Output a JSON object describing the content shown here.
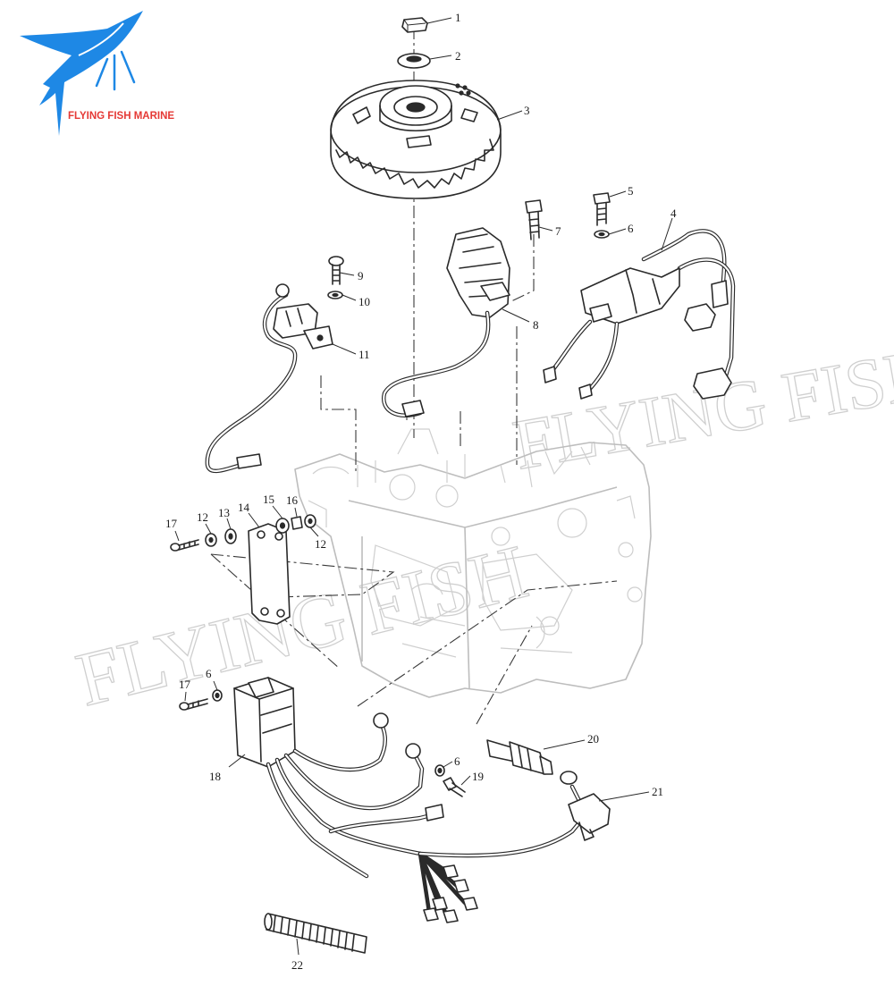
{
  "brand": {
    "name": "FLYING FISH MARINE",
    "primary_color": "#1e88e5",
    "text_color": "#e53935"
  },
  "watermark": {
    "line1": "FLYING FISH",
    "line2": "FLYING FISH",
    "color": "#cfcfcf"
  },
  "callouts": [
    {
      "id": "c1",
      "label": "1"
    },
    {
      "id": "c2",
      "label": "2"
    },
    {
      "id": "c3",
      "label": "3"
    },
    {
      "id": "c4",
      "label": "4"
    },
    {
      "id": "c5",
      "label": "5"
    },
    {
      "id": "c6a",
      "label": "6"
    },
    {
      "id": "c7",
      "label": "7"
    },
    {
      "id": "c8",
      "label": "8"
    },
    {
      "id": "c9",
      "label": "9"
    },
    {
      "id": "c10",
      "label": "10"
    },
    {
      "id": "c11",
      "label": "11"
    },
    {
      "id": "c12a",
      "label": "12"
    },
    {
      "id": "c13",
      "label": "13"
    },
    {
      "id": "c14",
      "label": "14"
    },
    {
      "id": "c15",
      "label": "15"
    },
    {
      "id": "c16",
      "label": "16"
    },
    {
      "id": "c12b",
      "label": "12"
    },
    {
      "id": "c17a",
      "label": "17"
    },
    {
      "id": "c17b",
      "label": "17"
    },
    {
      "id": "c6b",
      "label": "6"
    },
    {
      "id": "c18",
      "label": "18"
    },
    {
      "id": "c6c",
      "label": "6"
    },
    {
      "id": "c19",
      "label": "19"
    },
    {
      "id": "c20",
      "label": "20"
    },
    {
      "id": "c21",
      "label": "21"
    },
    {
      "id": "c22",
      "label": "22"
    }
  ]
}
